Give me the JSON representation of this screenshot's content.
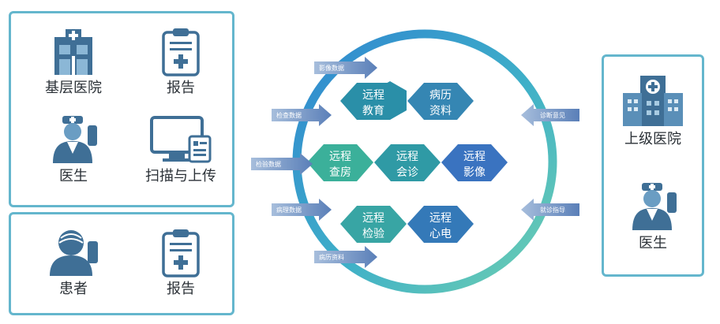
{
  "left_panel_top": {
    "items": [
      {
        "label": "基层医院",
        "icon": "hospital-building-icon"
      },
      {
        "label": "报告",
        "icon": "clipboard-report-icon"
      },
      {
        "label": "医生",
        "icon": "doctor-icon"
      },
      {
        "label": "扫描与上传",
        "icon": "monitor-scan-icon"
      }
    ]
  },
  "left_panel_bottom": {
    "items": [
      {
        "label": "患者",
        "icon": "patient-icon"
      },
      {
        "label": "报告",
        "icon": "clipboard-report-icon"
      }
    ]
  },
  "right_panel": {
    "items": [
      {
        "label": "上级医院",
        "icon": "tall-hospital-icon"
      },
      {
        "label": "医生",
        "icon": "doctor-icon"
      }
    ]
  },
  "inbound_arrows": [
    "影像数据",
    "检查数据",
    "检验数据",
    "病理数据",
    "病历资料"
  ],
  "outbound_arrows": [
    "诊断意见",
    "就诊指导"
  ],
  "hexagons": [
    {
      "line1": "远程",
      "line2": "教育",
      "color": "#2a8fa8"
    },
    {
      "line1": "病历",
      "line2": "资料",
      "color": "#3586b3"
    },
    {
      "line1": "远程",
      "line2": "查房",
      "color": "#3bb09a"
    },
    {
      "line1": "远程",
      "line2": "会诊",
      "color": "#2f9aa5"
    },
    {
      "line1": "远程",
      "line2": "影像",
      "color": "#3a73c0"
    },
    {
      "line1": "远程",
      "line2": "检验",
      "color": "#38a5a4"
    },
    {
      "line1": "远程",
      "line2": "心电",
      "color": "#3479b8"
    }
  ],
  "colors": {
    "panel_border": "#64b6cd",
    "ring_blue": "#2f8fd0",
    "ring_green": "#5ac8b4",
    "arrow_fill": "#6d8fbf",
    "icon_dark": "#2f5f82",
    "icon_light": "#5a90b8"
  }
}
